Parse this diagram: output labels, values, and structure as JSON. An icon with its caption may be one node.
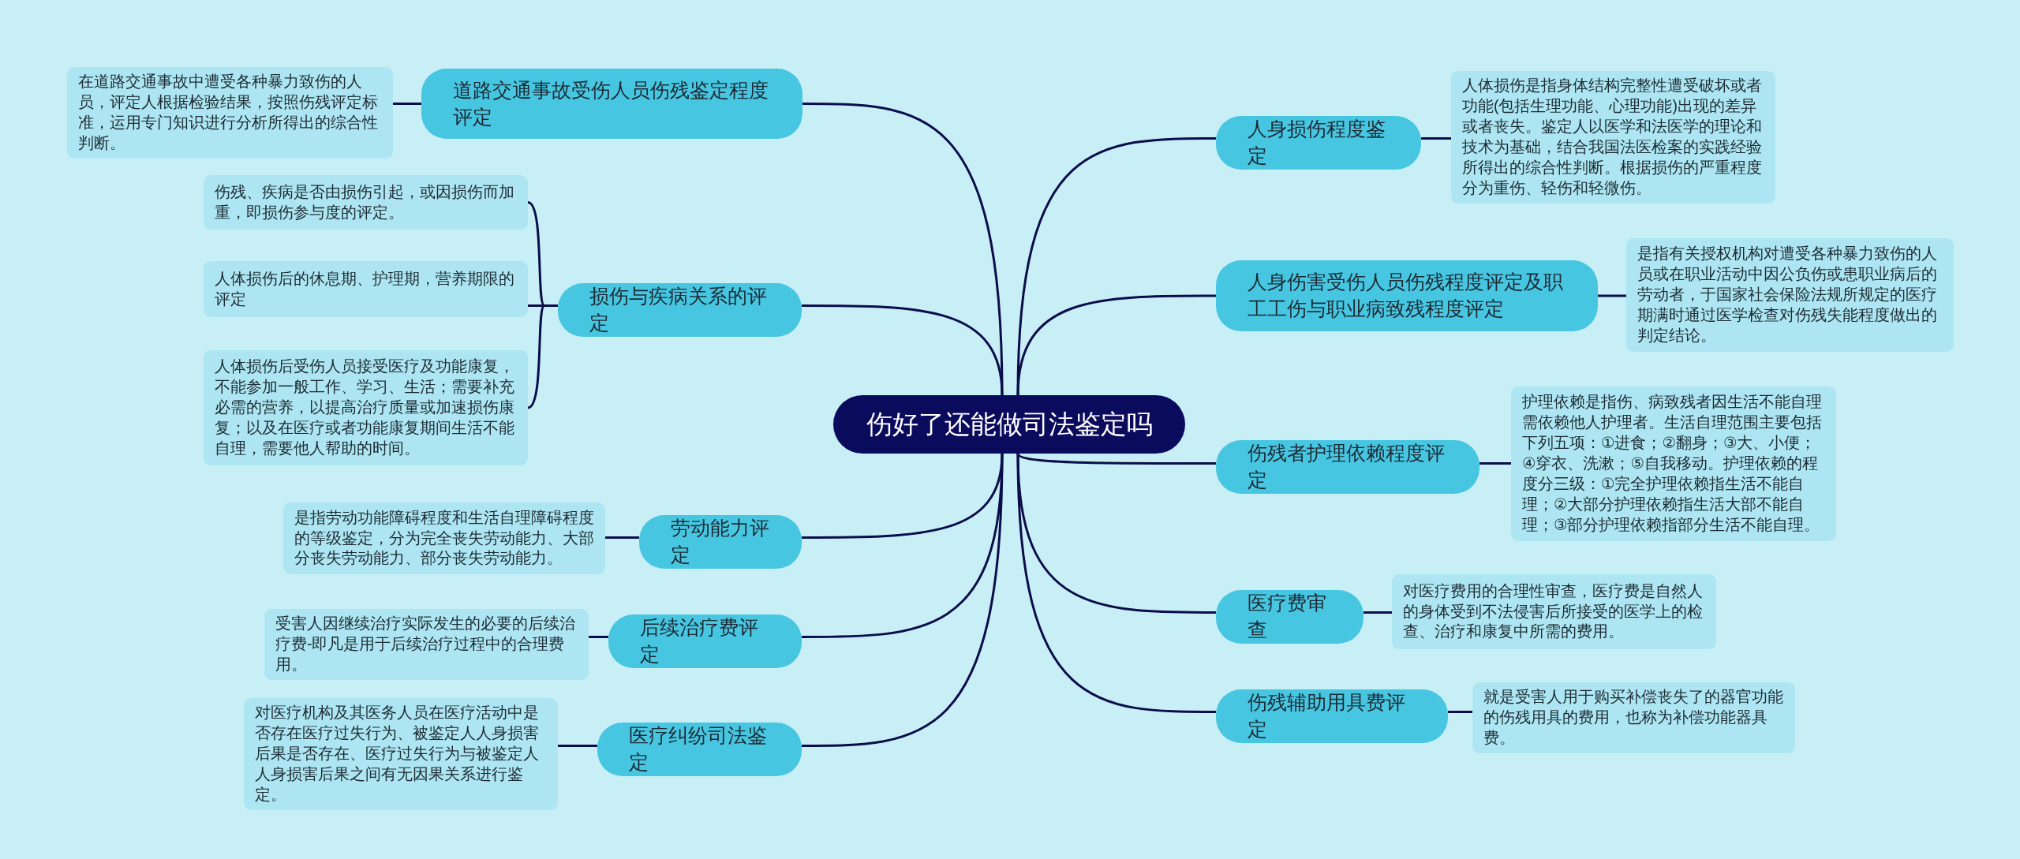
{
  "diagram": {
    "nodes": [
      {
        "text": [
          "伤好了还能做司法鉴定吗"
        ]
      },
      {
        "text": [
          "道路交通事故受伤人员伤残鉴定程度评定"
        ]
      },
      {
        "text": [
          "在道路交通事故中遭受各种暴力致伤的人员，评定人根据检验结果，按照伤残评定标准，运用专门知识进行分析所得出的综合性判断。"
        ]
      },
      {
        "text": [
          "损伤与疾病关系的评定"
        ]
      },
      {
        "text": [
          "伤残、疾病是否由损伤引起，或因损伤而加重，即损伤参与度的评定。"
        ]
      },
      {
        "text": [
          "人体损伤后的休息期、护理期，营养期限的评定"
        ]
      },
      {
        "text": [
          "人体损伤后受伤人员接受医疗及功能康复，不能参加一般工作、学习、生活；需要补充必需的营养，以提高治疗质量或加速损伤康复；以及在医疗或者功能康复期间生活不能自理，需要他人帮助的时间。"
        ]
      },
      {
        "text": [
          "劳动能力评定"
        ]
      },
      {
        "text": [
          "是指劳动功能障碍程度和生活自理障碍程度的等级鉴定，分为完全丧失劳动能力、大部分丧失劳动能力、部分丧失劳动能力。"
        ]
      },
      {
        "text": [
          "后续治疗费评定"
        ]
      },
      {
        "text": [
          "受害人因继续治疗实际发生的必要的后续治疗费-即凡是用于后续治疗过程中的合理费用。"
        ]
      },
      {
        "text": [
          "医疗纠纷司法鉴定"
        ]
      },
      {
        "text": [
          "对医疗机构及其医务人员在医疗活动中是否存在医疗过失行为、被鉴定人人身损害后果是否存在、医疗过失行为与被鉴定人人身损害后果之间有无因果关系进行鉴定。"
        ]
      },
      {
        "text": [
          "人身损伤程度鉴定"
        ]
      },
      {
        "text": [
          "人体损伤是指身体结构完整性遭受破坏或者功能(包括生理功能、心理功能)出现的差异或者丧失。鉴定人以医学和法医学的理论和技术为基础，结合我国法医检案的实践经验所得出的综合性判断。根据损伤的严重程度分为重伤、轻伤和轻微伤。"
        ]
      },
      {
        "text": [
          "人身伤害受伤人员伤残程度评定及职工工伤与职业病致残程度评定"
        ]
      },
      {
        "text": [
          "是指有关授权机构对遭受各种暴力致伤的人员或在职业活动中因公负伤或患职业病后的劳动者，于国家社会保险法规所规定的医疗期满时通过医学检查对伤残失能程度做出的判定结论。"
        ]
      },
      {
        "text": [
          "伤残者护理依赖程度评定"
        ]
      },
      {
        "text": [
          "护理依赖是指伤、病致残者因生活不能自理需依赖他人护理者。生活自理范围主要包括下列五项：①进食；②翻身；③大、小便；④穿衣、洗漱；⑤自我移动。护理依赖的程度分三级：①完全护理依赖指生活不能自理；②大部分护理依赖指生活大部不能自理；③部分护理依赖指部分生活不能自理。"
        ]
      },
      {
        "text": [
          "医疗费审查"
        ]
      },
      {
        "text": [
          "对医疗费用的合理性审查，医疗费是自然人的身体受到不法侵害后所接受的医学上的检查、治疗和康复中所需的费用。"
        ]
      },
      {
        "text": [
          "伤残辅助用具费评定"
        ]
      },
      {
        "text": [
          "就是受害人用于购买补偿丧失了的器官功能的伤残用具的费用，也称为补偿功能器具费。"
        ]
      }
    ],
    "edges": [
      {
        "from": 0,
        "to": 1,
        "arrow": "none"
      },
      {
        "from": 1,
        "to": 2,
        "arrow": "none"
      },
      {
        "from": 0,
        "to": 3,
        "arrow": "none"
      },
      {
        "from": 3,
        "to": 4,
        "arrow": "none"
      },
      {
        "from": 3,
        "to": 5,
        "arrow": "none"
      },
      {
        "from": 3,
        "to": 6,
        "arrow": "none"
      },
      {
        "from": 0,
        "to": 7,
        "arrow": "none"
      },
      {
        "from": 7,
        "to": 8,
        "arrow": "none"
      },
      {
        "from": 0,
        "to": 9,
        "arrow": "none"
      },
      {
        "from": 9,
        "to": 10,
        "arrow": "none"
      },
      {
        "from": 0,
        "to": 11,
        "arrow": "none"
      },
      {
        "from": 11,
        "to": 12,
        "arrow": "none"
      },
      {
        "from": 0,
        "to": 13,
        "arrow": "none"
      },
      {
        "from": 13,
        "to": 14,
        "arrow": "none"
      },
      {
        "from": 0,
        "to": 15,
        "arrow": "none"
      },
      {
        "from": 15,
        "to": 16,
        "arrow": "none"
      },
      {
        "from": 0,
        "to": 17,
        "arrow": "none"
      },
      {
        "from": 17,
        "to": 18,
        "arrow": "none"
      },
      {
        "from": 0,
        "to": 19,
        "arrow": "none"
      },
      {
        "from": 19,
        "to": 20,
        "arrow": "none"
      },
      {
        "from": 0,
        "to": 21,
        "arrow": "none"
      },
      {
        "from": 21,
        "to": 22,
        "arrow": "none"
      }
    ]
  }
}
